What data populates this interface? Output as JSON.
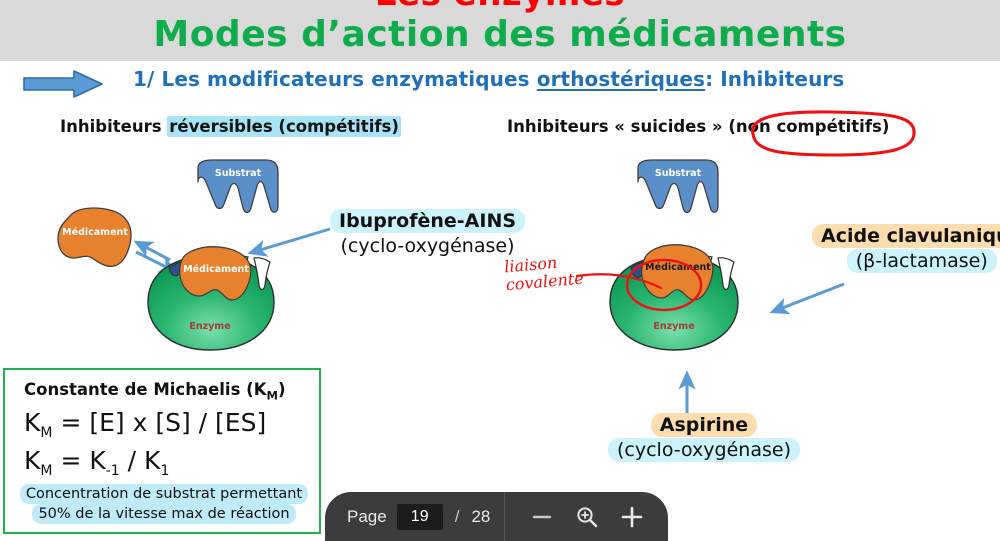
{
  "header": {
    "title_red": "Les enzymes",
    "title_green": "Modes d’action des médicaments",
    "title_red_color": "#ff0000",
    "title_green_color": "#0eac4d",
    "band_color": "#d9d9d9"
  },
  "subtitle": {
    "prefix": "1/ Les modificateurs enzymatiques ",
    "underlined": "orthostériques",
    "suffix": ": Inhibiteurs",
    "color": "#1f70b8",
    "bullet_icon": "right-arrow-icon",
    "bullet_color": "#5b9bd5"
  },
  "sections": {
    "left": {
      "plain": "Inhibiteurs ",
      "highlight": "réversibles (compétitifs)",
      "highlight_color": "#a8e4f7"
    },
    "right": {
      "plain": "Inhibiteurs « suicides » ",
      "circled": "(non compétitifs)",
      "circle_color": "#ee1111"
    }
  },
  "diagrams": {
    "left": {
      "substrate_label": "Substrat",
      "free_drug_label": "Médicament",
      "bound_drug_label": "Médicament",
      "enzyme_label": "Enzyme",
      "substrate_color": "#5b8fc9",
      "drug_color": "#e8812e",
      "enzyme_color": "#1faa64",
      "enzyme_text_color": "#a33a3a",
      "arrow_color": "#5b9bd5",
      "reversible": true
    },
    "right": {
      "substrate_label": "Substrat",
      "bound_drug_label": "Médicament",
      "enzyme_label": "Enzyme",
      "substrate_color": "#5b8fc9",
      "drug_color": "#e8812e",
      "enzyme_color": "#1faa64",
      "enzyme_text_color": "#a33a3a",
      "arrow_color": "#5b9bd5",
      "reversible": false
    }
  },
  "annotations": {
    "covalent": {
      "line1": "liaison",
      "line2": "covalente",
      "color": "#f01010"
    }
  },
  "callouts": {
    "ibuprofene": {
      "line1": "Ibuprofène-AINS",
      "line2": "(cyclo-oxygénase)",
      "line1_bg": "#ccf2fb",
      "line2_bg": "transparent"
    },
    "acide_clavulanique": {
      "line1": "Acide clavulanique",
      "line2": "(β-lactamase)",
      "line1_bg": "#fcddb0",
      "line2_bg": "#ccf2fb"
    },
    "aspirine": {
      "line1": "Aspirine",
      "line2": "(cyclo-oxygénase)",
      "line1_bg": "#fcddb0",
      "line2_bg": "#ccf2fb"
    }
  },
  "michaelis": {
    "title_pre": "Constante de Michaelis (K",
    "title_sub": "M",
    "title_post": ")",
    "formula1_pre": "K",
    "formula1_sub": "M",
    "formula1_post": " = [E] x [S] / [ES]",
    "formula2_pre": "K",
    "formula2_sub": "M",
    "formula2_mid": " = K",
    "formula2_sub2": "-1",
    "formula2_mid2": " / K",
    "formula2_sub3": "1",
    "note_line1": "Concentration de substrat permettant",
    "note_line2": "50% de la vitesse max de réaction",
    "border_color": "#22b14c",
    "note_bg": "#bfeaf8"
  },
  "toolbar": {
    "page_label": "Page",
    "current_page": "19",
    "separator": "/",
    "total_pages": "28",
    "zoom_out_icon": "minus-icon",
    "zoom_icon": "magnifier-plus-icon",
    "zoom_in_icon": "plus-icon",
    "background": "#3c3c3c"
  }
}
